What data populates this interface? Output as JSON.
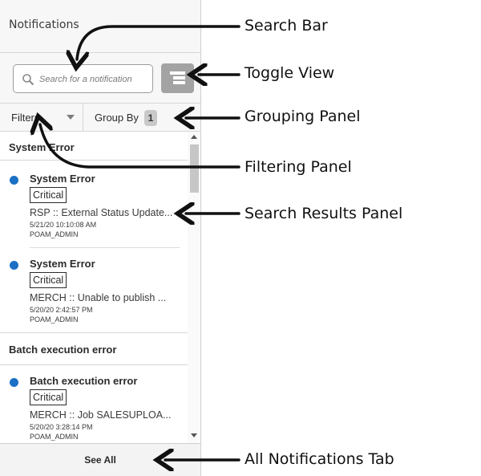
{
  "panel": {
    "title": "Notifications",
    "search": {
      "placeholder": "Search for a notification",
      "icon": "search-icon"
    },
    "toggle_view": {
      "icon": "list-view-icon",
      "color": "#a3a3a3"
    },
    "filters_label": "Filters",
    "group_by": {
      "label": "Group By",
      "count": "1"
    },
    "groups": [
      {
        "header": "System Error",
        "items": [
          {
            "title": "System Error",
            "severity": "Critical",
            "message": "RSP :: External Status Update...",
            "time": "5/21/20 10:10:08 AM",
            "user": "POAM_ADMIN",
            "unread": true
          },
          {
            "title": "System Error",
            "severity": "Critical",
            "message": "MERCH :: Unable to publish ...",
            "time": "5/20/20 2:42:57 PM",
            "user": "POAM_ADMIN",
            "unread": true
          }
        ]
      },
      {
        "header": "Batch execution error",
        "items": [
          {
            "title": "Batch execution error",
            "severity": "Critical",
            "message": "MERCH :: Job SALESUPLOA...",
            "time": "5/20/20 3:28:14 PM",
            "user": "POAM_ADMIN",
            "unread": true
          }
        ]
      }
    ],
    "see_all": "See All"
  },
  "annotations": {
    "search_bar": "Search Bar",
    "toggle_view": "Toggle View",
    "grouping_panel": "Grouping Panel",
    "filtering_panel": "Filtering Panel",
    "search_results_panel": "Search Results Panel",
    "all_notifications_tab": "All Notifications Tab"
  },
  "colors": {
    "unread_dot": "#1b70c5",
    "panel_bg": "#f7f7f7",
    "border": "#d6d6d6"
  }
}
